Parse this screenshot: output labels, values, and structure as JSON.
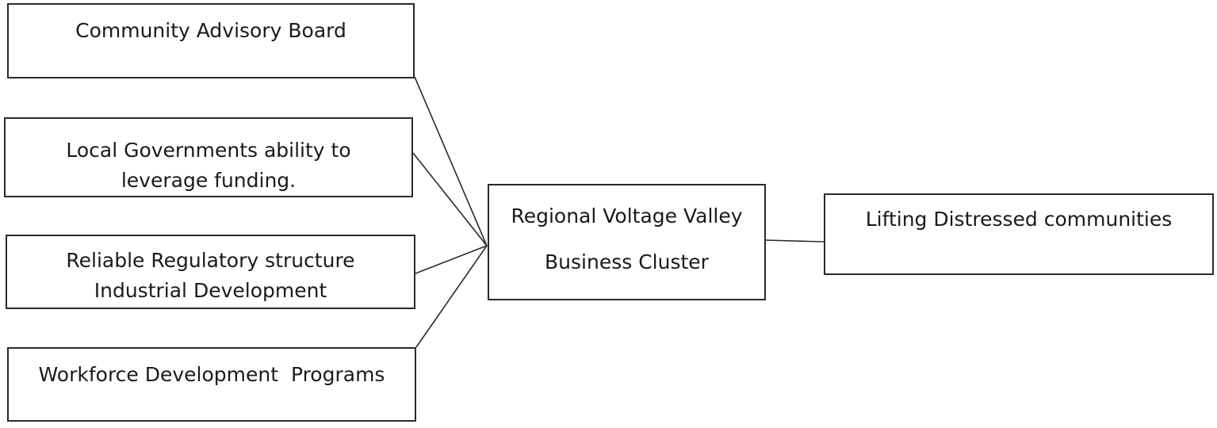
{
  "diagram": {
    "inputs": [
      {
        "id": "cab",
        "lines": [
          "Community Advisory Board"
        ]
      },
      {
        "id": "lg",
        "lines": [
          "Local Governments ability to",
          "leverage funding."
        ]
      },
      {
        "id": "rr",
        "lines": [
          "Reliable Regulatory structure",
          "Industrial Development"
        ]
      },
      {
        "id": "wf",
        "lines": [
          "Workforce Development  Programs"
        ]
      }
    ],
    "hub": {
      "lines": [
        "Regional Voltage Valley",
        "Business Cluster"
      ]
    },
    "outcome": {
      "lines": [
        "Lifting Distressed communities"
      ]
    }
  }
}
